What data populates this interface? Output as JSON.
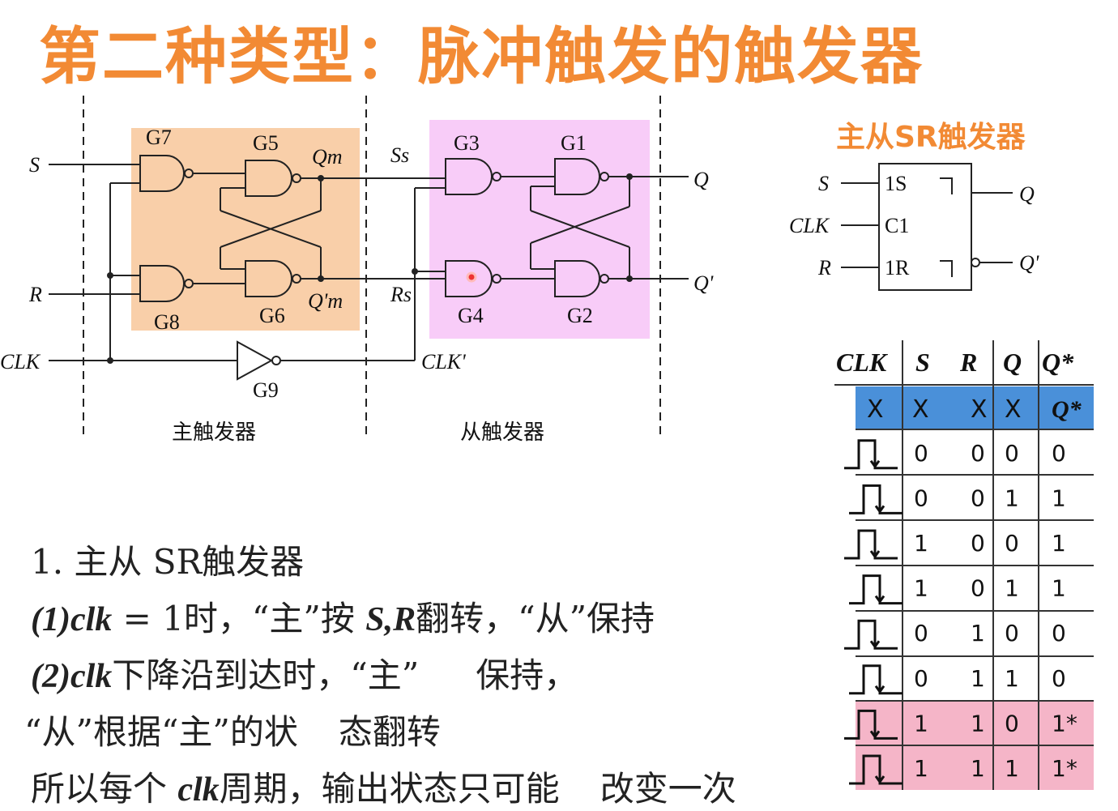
{
  "title": "第二种类型：脉冲触发的触发器",
  "circuit": {
    "inputs": {
      "s": "S",
      "r": "R",
      "clk": "CLK"
    },
    "gates": {
      "g7": "G7",
      "g5": "G5",
      "g8": "G8",
      "g6": "G6",
      "g3": "G3",
      "g1": "G1",
      "g4": "G4",
      "g2": "G2",
      "g9": "G9"
    },
    "signals": {
      "qm": "Qm",
      "qm_bar": "Q'm",
      "ss": "Ss",
      "rs": "Rs",
      "clk_bar": "CLK'",
      "q": "Q",
      "q_bar": "Q'"
    },
    "master_label": "主触发器",
    "slave_label": "从触发器",
    "colors": {
      "master_bg": "#f9cfa9",
      "slave_bg": "#f8ccf8"
    }
  },
  "symbol": {
    "title": "主从SR触发器",
    "pins": {
      "s": "S",
      "clk": "CLK",
      "r": "R",
      "q": "Q",
      "q_bar": "Q'"
    },
    "box_labels": {
      "one_s": "1S",
      "c1": "C1",
      "one_r": "1R"
    },
    "title_color": "#f28a34"
  },
  "truth_table": {
    "headers": [
      "CLK",
      "S",
      "R",
      "Q",
      "Q*"
    ],
    "header_row": [
      "X",
      "X",
      "X",
      "X",
      "Q*"
    ],
    "rows": [
      [
        "0",
        "0",
        "0",
        "0"
      ],
      [
        "0",
        "0",
        "1",
        "1"
      ],
      [
        "1",
        "0",
        "0",
        "1"
      ],
      [
        "1",
        "0",
        "1",
        "1"
      ],
      [
        "0",
        "1",
        "0",
        "0"
      ],
      [
        "0",
        "1",
        "1",
        "0"
      ],
      [
        "1",
        "1",
        "0",
        "1*"
      ],
      [
        "1",
        "1",
        "1",
        "1*"
      ]
    ],
    "colors": {
      "blue_row": "#4a90d9",
      "pink_row": "#f5b5c8"
    }
  },
  "text": {
    "line1": "1.  主从 SR触发器",
    "line2_a": "(1)clk",
    "line2_b": " = 1时，“主”按 ",
    "line2_c": "S,R",
    "line2_d": "翻转，“从”保持",
    "line3_a": "(2)clk",
    "line3_b": "下降沿到达时，“主”",
    "line3_c": "保持，",
    "line4_a": "“从”根据“主”的状",
    "line4_b": "态翻转",
    "line5_a": "所以每个 ",
    "line5_b": "clk",
    "line5_c": "周期，输出状态只可能",
    "line5_d": "改变一次"
  }
}
